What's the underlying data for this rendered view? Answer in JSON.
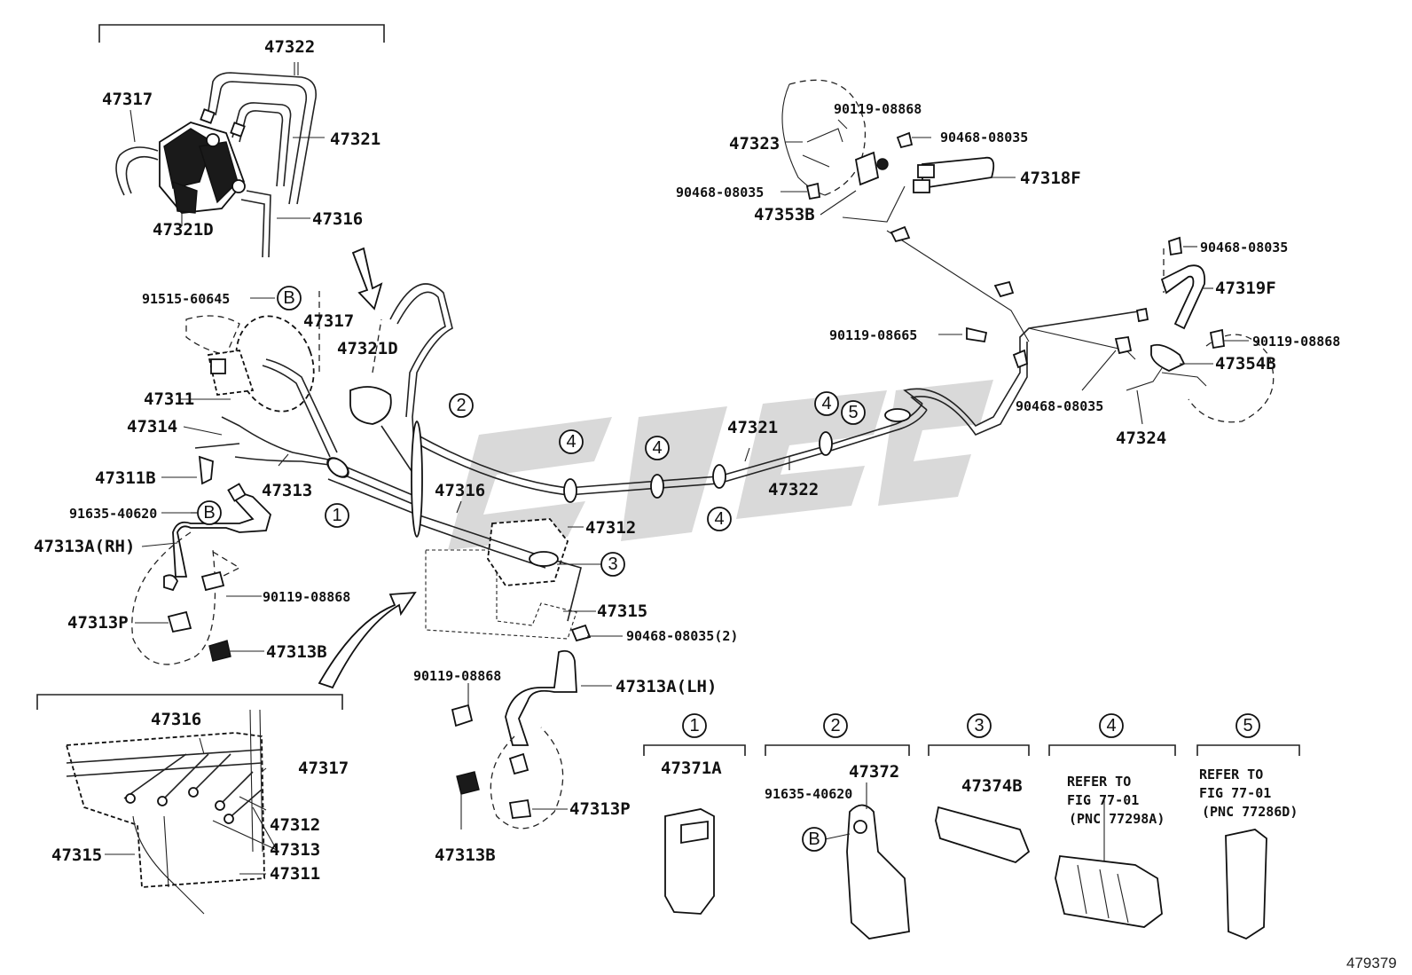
{
  "figure_number": "479379",
  "labels": {
    "l47322_top": "47322",
    "l47317_top": "47317",
    "l47321_top": "47321",
    "l47316_top": "47316",
    "l47321D_top": "47321D",
    "l91515": "91515-60645",
    "l47317_mid": "47317",
    "l47321D_mid": "47321D",
    "l47311": "47311",
    "l47314": "47314",
    "l47311B": "47311B",
    "l47313": "47313",
    "l91635_left": "91635-40620",
    "l47313A_RH": "47313A(RH)",
    "l90119_left": "90119-08868",
    "l47313P_left": "47313P",
    "l47313B_left": "47313B",
    "l47316_mid": "47316",
    "l47312_mid": "47312",
    "l47315_mid": "47315",
    "l90468_2": "90468-08035(2)",
    "l90119_bot": "90119-08868",
    "l47313A_LH": "47313A(LH)",
    "l47313P_bot": "47313P",
    "l47313B_bot": "47313B",
    "l47321_right": "47321",
    "l47322_right": "47322",
    "l90119_topright": "90119-08868",
    "l90468_topright": "90468-08035",
    "l47323": "47323",
    "l90468_topleft": "90468-08035",
    "l47353B": "47353B",
    "l47318F": "47318F",
    "l90468_far": "90468-08035",
    "l47319F": "47319F",
    "l90119_08665": "90119-08665",
    "l90119_far": "90119-08868",
    "l47354B": "47354B",
    "l90468_lower": "90468-08035",
    "l47324": "47324",
    "l47316_inset": "47316",
    "l47317_inset": "47317",
    "l47312_inset": "47312",
    "l47313_inset": "47313",
    "l47315_inset": "47315",
    "l47311_inset": "47311",
    "l47371A": "47371A",
    "l47372": "47372",
    "l91635_clip": "91635-40620",
    "l47374B": "47374B",
    "refer4_line1": "REFER TO",
    "refer4_line2": "FIG 77-01",
    "refer4_line3": "(PNC 77298A)",
    "refer5_line1": "REFER TO",
    "refer5_line2": "FIG 77-01",
    "refer5_line3": "(PNC 77286D)"
  },
  "callouts": {
    "c1": "1",
    "c2": "2",
    "c3": "3",
    "c4a": "4",
    "c4b": "4",
    "c4c": "4",
    "c4d": "4",
    "c5": "5",
    "cB1": "B",
    "cB2": "B",
    "cB3": "B",
    "clip1": "1",
    "clip2": "2",
    "clip3": "3",
    "clip4": "4",
    "clip5": "5"
  }
}
